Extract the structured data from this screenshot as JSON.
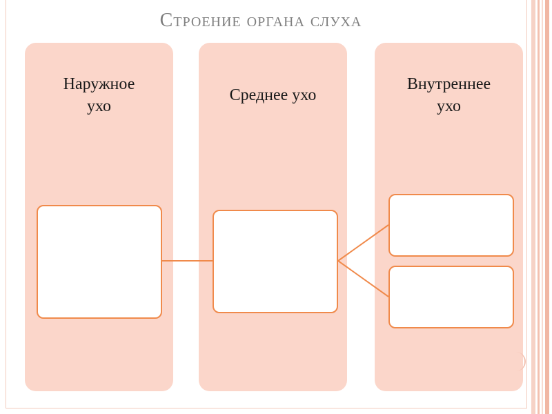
{
  "slide": {
    "title": "Строение органа слуха"
  },
  "columns": [
    {
      "heading_line1": "Наружное",
      "heading_line2": "ухо"
    },
    {
      "heading_line1": "Среднее ухо"
    },
    {
      "heading_line1": "Внутреннее",
      "heading_line2": "ухо"
    }
  ],
  "colors": {
    "title": "#7f7f7f",
    "column_fill": "#fbd6ca",
    "box_border": "#f08a4b",
    "connector": "#f08a4b",
    "box_fill": "#ffffff"
  }
}
